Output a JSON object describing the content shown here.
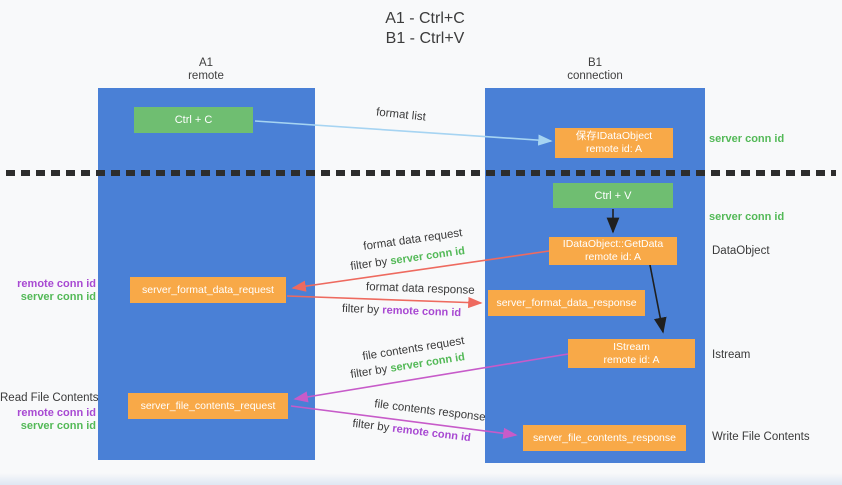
{
  "title": {
    "line1": "A1 - Ctrl+C",
    "line2": "B1 - Ctrl+V"
  },
  "lanes": {
    "a1": {
      "name": "A1",
      "role": "remote"
    },
    "b1": {
      "name": "B1",
      "role": "connection"
    }
  },
  "nodes": {
    "ctrl_c": {
      "label": "Ctrl + C"
    },
    "ctrl_v": {
      "label": "Ctrl + V"
    },
    "save_dataobject": {
      "line1": "保存IDataObject",
      "line2": "remote id: A"
    },
    "getdata": {
      "line1": "IDataObject::GetData",
      "line2": "remote id: A"
    },
    "istream": {
      "line1": "IStream",
      "line2": "remote id: A"
    },
    "format_request": {
      "label": "server_format_data_request"
    },
    "format_response": {
      "label": "server_format_data_response"
    },
    "file_request": {
      "label": "server_file_contents_request"
    },
    "file_response": {
      "label": "server_file_contents_response"
    }
  },
  "arrows": {
    "format_list": {
      "label": "format list"
    },
    "format_request": {
      "label": "format data request",
      "filter_prefix": "filter by ",
      "filter_key": "server conn id"
    },
    "format_response": {
      "label": "format data response",
      "filter_prefix": "filter by ",
      "filter_key": "remote conn id"
    },
    "file_request": {
      "label": "file contents request",
      "filter_prefix": "filter by ",
      "filter_key": "server conn id"
    },
    "file_response": {
      "label": "file contents response",
      "filter_prefix": "filter by ",
      "filter_key": "remote conn id"
    }
  },
  "annotations": {
    "server_conn_id_top": "server conn id",
    "server_conn_id_mid": "server conn id",
    "dataobject": "DataObject",
    "istream": "Istream",
    "write_file_contents": "Write File Contents",
    "read_file_contents": "Read File Contents",
    "format_remote_conn_id": "remote conn id",
    "format_server_conn_id": "server conn id",
    "file_remote_conn_id": "remote conn id",
    "file_server_conn_id": "server conn id"
  },
  "colors": {
    "lane_blue": "#4a80d6",
    "box_green": "#6fbe71",
    "box_orange": "#f8a948",
    "conn_id_green": "#53b957",
    "conn_id_purple": "#a849d2",
    "arrow_red": "#ee6a5f",
    "arrow_magenta": "#c75bc9",
    "arrow_lightblue": "#a6d4f2",
    "arrow_black": "#1f1f1f",
    "text_dark": "#3a3a3a"
  }
}
